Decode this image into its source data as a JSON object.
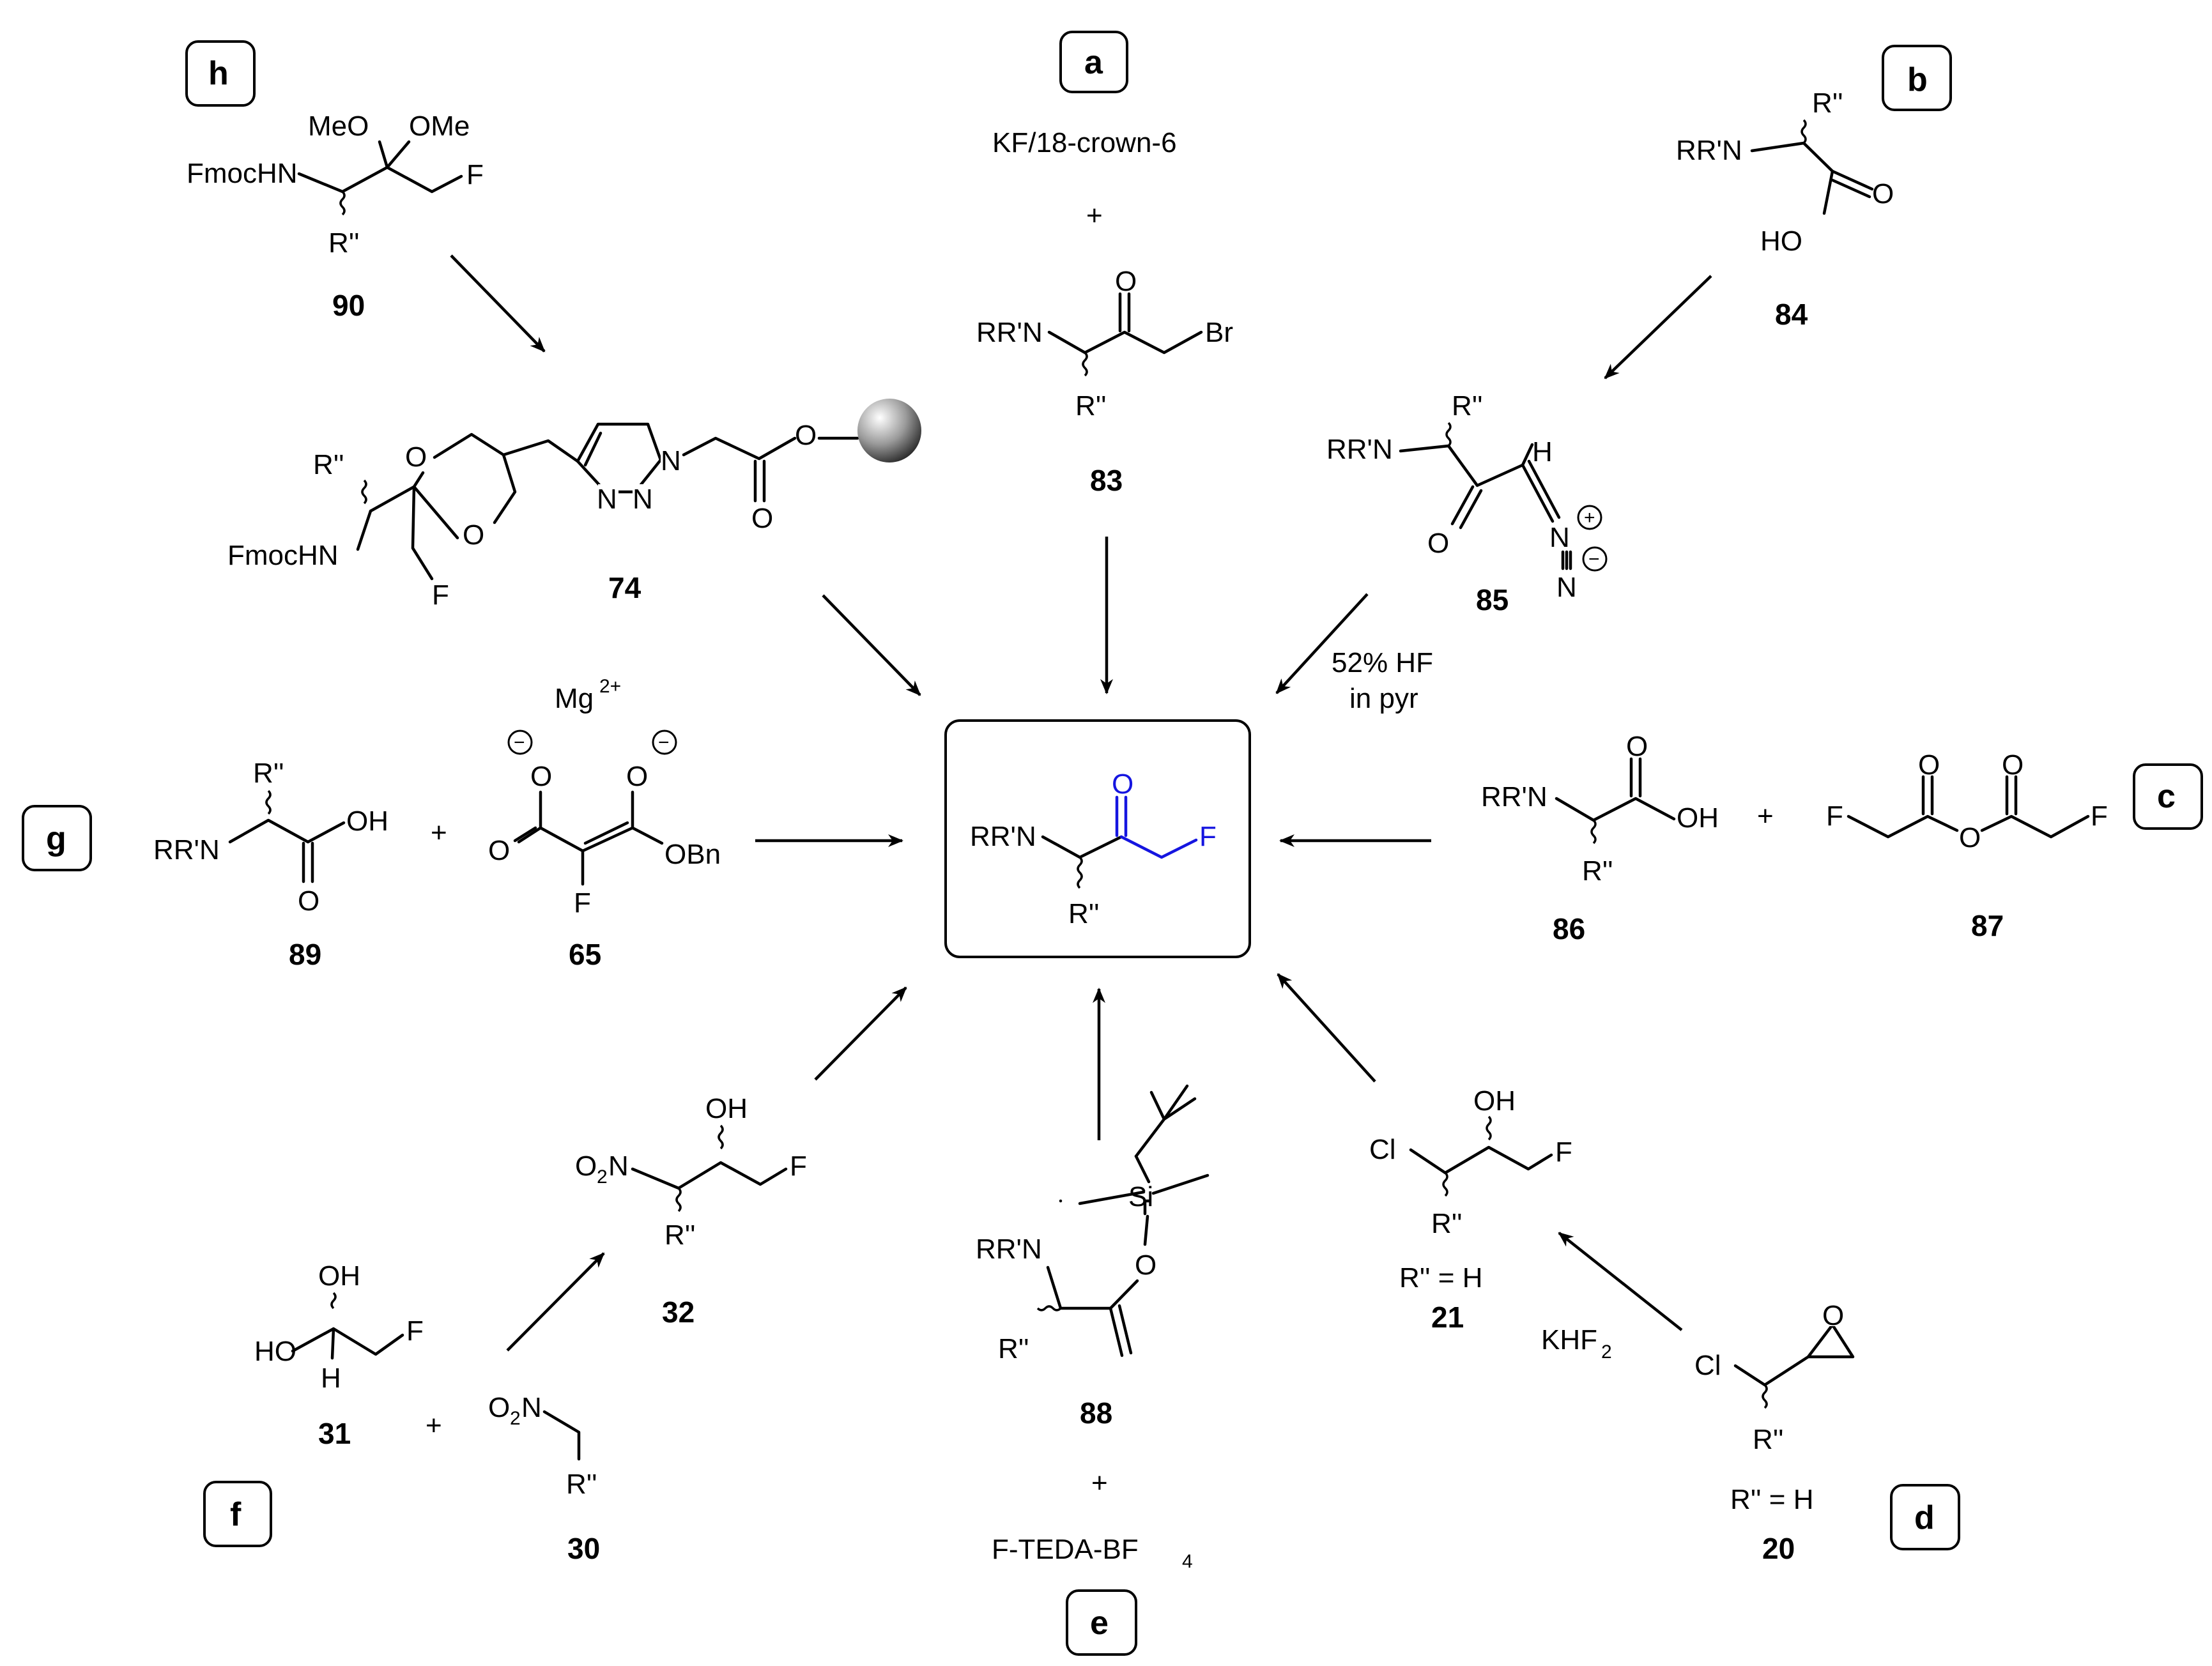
{
  "scheme": {
    "product": {
      "amine": "RR'N",
      "side_chain": "R''",
      "carbonyl_o": "O",
      "fluorine": "F",
      "highlight_color": "#1515e0"
    },
    "route_a": {
      "tag": "a",
      "reagent": "KF/18-crown-6",
      "plus": "+",
      "amine": "RR'N",
      "o": "O",
      "br": "Br",
      "r": "R''",
      "compound": "83"
    },
    "route_b": {
      "tag": "b",
      "acid": {
        "r": "R''",
        "amine": "RR'N",
        "o": "O",
        "ho": "HO",
        "compound": "84"
      },
      "diazo": {
        "r": "R''",
        "amine": "RR'N",
        "h": "H",
        "o": "O",
        "n1": "N",
        "n2": "N",
        "plus_charge": "+",
        "minus_charge": "−",
        "compound": "85"
      },
      "conditions_line1": "52% HF",
      "conditions_line2": "in pyr"
    },
    "route_c": {
      "tag": "c",
      "acid": {
        "amine": "RR'N",
        "o": "O",
        "oh": "OH",
        "r": "R''",
        "compound": "86"
      },
      "plus": "+",
      "anhydride": {
        "f_left": "F",
        "f_right": "F",
        "o1": "O",
        "o2": "O",
        "o_bridge": "O",
        "compound": "87"
      }
    },
    "route_d": {
      "tag": "d",
      "halohydrin": {
        "oh": "OH",
        "cl": "Cl",
        "f": "F",
        "r": "R''",
        "r_note": "R'' = H",
        "compound": "21"
      },
      "reagent_main": "KHF",
      "reagent_sub": "2",
      "epoxide": {
        "cl": "Cl",
        "o": "O",
        "r": "R''",
        "r_note": "R'' = H",
        "compound": "20"
      }
    },
    "route_e": {
      "tag": "e",
      "enol_ether": {
        "amine": "RR'N",
        "si": "Si",
        "o": "O",
        "r": "R''",
        "compound": "88"
      },
      "plus": "+",
      "reagent_main": "F-TEDA-BF",
      "reagent_sub": "4"
    },
    "route_f": {
      "tag": "f",
      "nitro_alcohol": {
        "no2_o": "O",
        "no2_sub": "2",
        "no2_n": "N",
        "oh": "OH",
        "f": "F",
        "r": "R''",
        "compound": "32"
      },
      "hydrate": {
        "oh": "OH",
        "ho": "HO",
        "h": "H",
        "f": "F",
        "compound": "31"
      },
      "plus": "+",
      "nitroalkane": {
        "no2_o": "O",
        "no2_sub": "2",
        "no2_n": "N",
        "r": "R''",
        "compound": "30"
      }
    },
    "route_g": {
      "tag": "g",
      "acid": {
        "r": "R''",
        "amine": "RR'N",
        "oh": "OH",
        "o": "O",
        "compound": "89"
      },
      "plus": "+",
      "malonate": {
        "mg": "Mg",
        "mg_charge": "2+",
        "o_minus_1": "O",
        "o_minus_2": "O",
        "minus": "−",
        "o_carbonyl": "O",
        "obn": "OBn",
        "f": "F",
        "compound": "65"
      }
    },
    "route_h": {
      "tag": "h",
      "ketal": {
        "meo": "MeO",
        "ome": "OMe",
        "fmochn": "FmocHN",
        "f": "F",
        "r": "R''",
        "compound": "90"
      },
      "resin": {
        "r": "R''",
        "o1": "O",
        "o2": "O",
        "fmochn": "FmocHN",
        "f": "F",
        "n1": "N",
        "n2": "N",
        "n3": "N",
        "o_carbonyl": "O",
        "o_ester": "O",
        "compound": "74"
      }
    }
  }
}
